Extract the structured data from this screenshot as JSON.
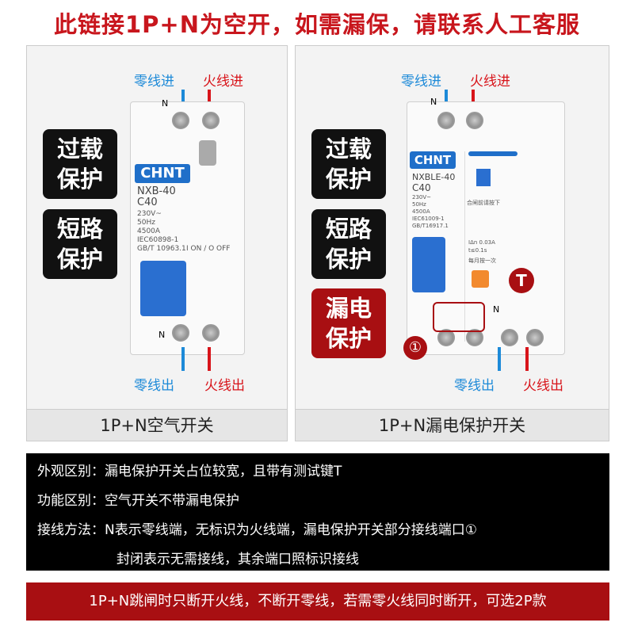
{
  "title": "此链接1P+N为空开，如需漏保，请联系人工客服",
  "left_panel": {
    "caption": "1P+N空气开关",
    "badges": [
      "过载保护",
      "短路保护"
    ],
    "neutral_in": "零线进",
    "live_in": "火线进",
    "neutral_out": "零线出",
    "live_out": "火线出",
    "n_mark": "N",
    "brand": "CHNT",
    "model": "NXB-40",
    "rating": "C40",
    "specs": [
      "230V~",
      "50Hz",
      "4500A",
      "IEC60898-1",
      "GB/T 10963.1"
    ],
    "on_off": "I ON / O OFF"
  },
  "right_panel": {
    "caption": "1P+N漏电保护开关",
    "badges": [
      "过载保护",
      "短路保护",
      "漏电保护"
    ],
    "neutral_in": "零线进",
    "live_in": "火线进",
    "neutral_out": "零线出",
    "live_out": "火线出",
    "n_mark": "N",
    "brand": "CHNT",
    "model": "NXBLE-40",
    "rating": "C40",
    "specs": [
      "230V~",
      "50Hz",
      "4500A",
      "IEC61009-1",
      "GB/T16917.1"
    ],
    "press_before": "合闸前请按下",
    "residual": "IΔn 0.03A",
    "time": "t≤0.1s",
    "monthly": "每月按一次",
    "test_key": "T",
    "port_marker": "①"
  },
  "info": {
    "rows": [
      {
        "label": "外观区别：",
        "text": "漏电保护开关占位较宽，且带有测试键T"
      },
      {
        "label": "功能区别：",
        "text": "空气开关不带漏电保护"
      },
      {
        "label": "接线方法：",
        "text": "N表示零线端，无标识为火线端，漏电保护开关部分接线端口①"
      },
      {
        "label": "",
        "text": "封闭表示无需接线，其余端口照标识接线"
      }
    ]
  },
  "footer": "1P+N跳闸时只断开火线，不断开零线，若需零火线同时断开，可选2P款"
}
